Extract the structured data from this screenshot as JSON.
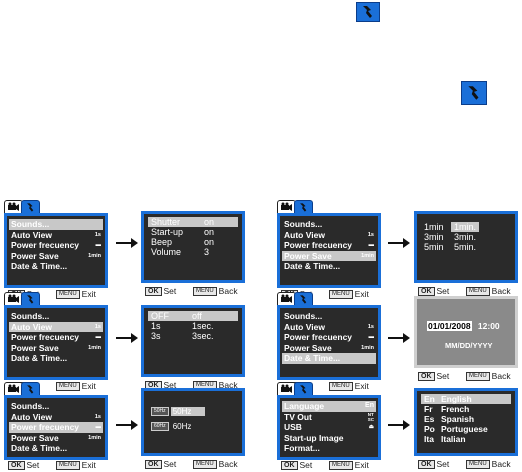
{
  "menu_labels": {
    "sounds": "Sounds...",
    "auto_view": "Auto View",
    "power_frequency": "Power frecuency",
    "power_save": "Power Save",
    "date_time": "Date & Time...",
    "language": "Language",
    "tv_out": "TV Out",
    "usb": "USB",
    "startup_image": "Start-up Image",
    "format": "Format..."
  },
  "menu_values": {
    "auto_view": "1s",
    "power_save": "1min",
    "language": "En",
    "tv_out": "NT\nSC"
  },
  "footer": {
    "ok": "OK",
    "menu_key": "MENU",
    "set": "Set",
    "exit": "Exit",
    "back": "Back"
  },
  "sounds_submenu": [
    {
      "label": "Shutter",
      "value": "on"
    },
    {
      "label": "Start-up",
      "value": "on"
    },
    {
      "label": "Beep",
      "value": "on"
    },
    {
      "label": "Volume",
      "value": "3"
    }
  ],
  "power_save_submenu": [
    {
      "label": "1min",
      "value": "1min."
    },
    {
      "label": "3min",
      "value": "3min."
    },
    {
      "label": "5min",
      "value": "5min."
    }
  ],
  "auto_view_submenu": [
    {
      "label": "OFF",
      "value": "off"
    },
    {
      "label": "1s",
      "value": "1sec."
    },
    {
      "label": "3s",
      "value": "3sec."
    }
  ],
  "date_submenu": {
    "date": "01/01/2008",
    "time": "12:00",
    "format": "MM/DD/YYYY"
  },
  "frequency_submenu": [
    {
      "icon": "50Hz",
      "label": "50Hz"
    },
    {
      "icon": "60Hz",
      "label": "60Hz"
    }
  ],
  "language_submenu": [
    {
      "code": "En",
      "name": "English"
    },
    {
      "code": "Fr",
      "name": "French"
    },
    {
      "code": "Es",
      "name": "Spanish"
    },
    {
      "code": "Po",
      "name": "Portuguese"
    },
    {
      "code": "Ita",
      "name": "Italian"
    }
  ],
  "colors": {
    "accent": "#1a6fd8",
    "screen_bg": "#2a2a2a",
    "highlight": "#c8c8c8"
  }
}
